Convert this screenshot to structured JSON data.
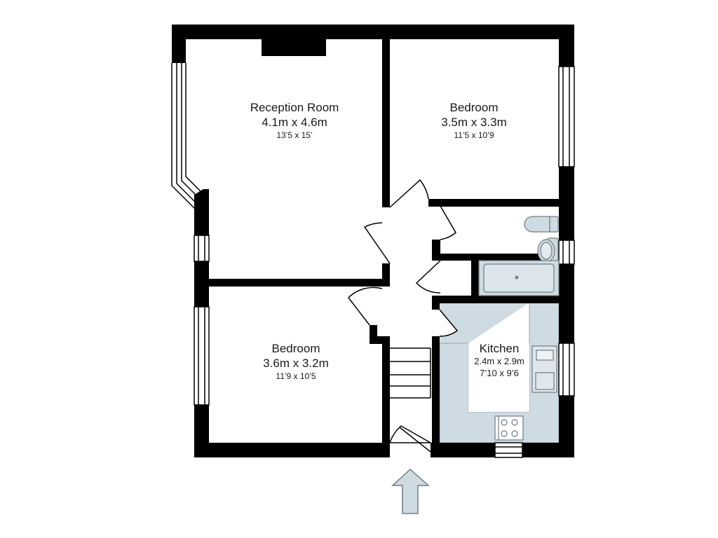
{
  "rooms": {
    "reception": {
      "name": "Reception Room",
      "metric": "4.1m x 4.6m",
      "imperial": "13’5 x 15’"
    },
    "bedroom1": {
      "name": "Bedroom",
      "metric": "3.5m x 3.3m",
      "imperial": "11’5 x 10’9"
    },
    "bedroom2": {
      "name": "Bedroom",
      "metric": "3.6m x 3.2m",
      "imperial": "11’9 x 10’5"
    },
    "kitchen": {
      "name": "Kitchen",
      "metric": "2.4m x 2.9m",
      "imperial": "7’10 x 9’6"
    }
  },
  "colors": {
    "wall": "#000000",
    "fixture": "#cfdbe3",
    "glazing": "#ffffff"
  },
  "icons": {
    "entrance": "entrance-arrow-icon"
  }
}
